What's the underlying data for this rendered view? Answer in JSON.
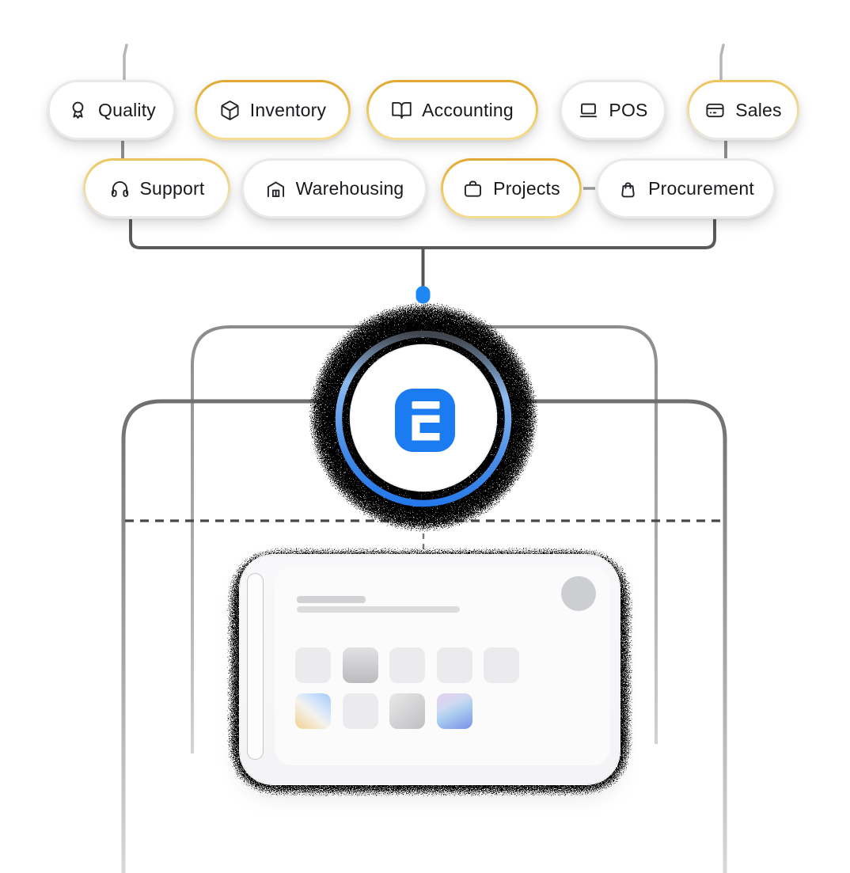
{
  "modules": [
    {
      "label": "Quality",
      "icon": "award-icon",
      "accent": "gray"
    },
    {
      "label": "Inventory",
      "icon": "cube-icon",
      "accent": "gold"
    },
    {
      "label": "Accounting",
      "icon": "book-open-icon",
      "accent": "gold"
    },
    {
      "label": "POS",
      "icon": "laptop-icon",
      "accent": "gray"
    },
    {
      "label": "Sales",
      "icon": "credit-card-icon",
      "accent": "gold-fade"
    },
    {
      "label": "Support",
      "icon": "headphones-icon",
      "accent": "gold-fade"
    },
    {
      "label": "Warehousing",
      "icon": "warehouse-icon",
      "accent": "gray"
    },
    {
      "label": "Projects",
      "icon": "briefcase-icon",
      "accent": "gold"
    },
    {
      "label": "Procurement",
      "icon": "shopping-bag-icon",
      "accent": "gray"
    }
  ],
  "logo": {
    "letter": "E",
    "brand_color": "#1b7cf2"
  },
  "connector": {
    "node_color": "#1e87f6",
    "line_color": "#5a5a5a",
    "gold_border": "#e5b043"
  }
}
